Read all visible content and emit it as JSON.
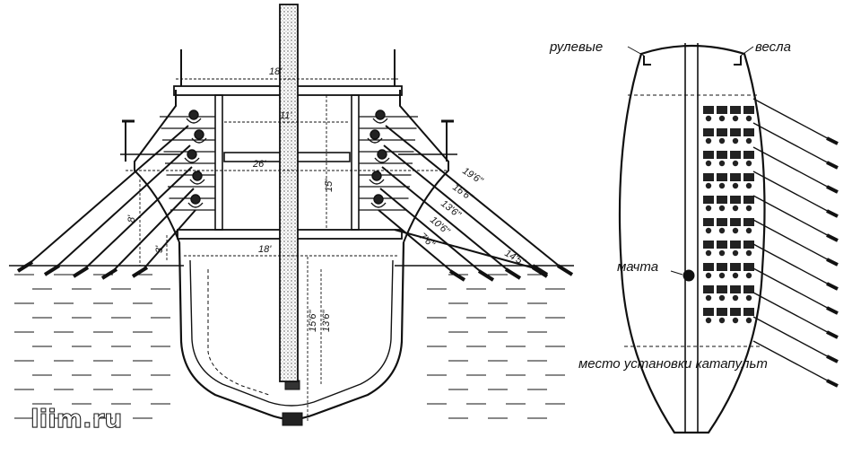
{
  "section": {
    "dims": {
      "deck_width_top": "18'",
      "upper_width": "11'",
      "mid_width": "26'",
      "lower_width": "18'",
      "tall_height": "15'",
      "side_height": "8'",
      "small_angle": "3'",
      "hold_a": "15'6\"",
      "hold_b": "13'6\""
    },
    "oar_lengths": [
      "19'6\"",
      "16'6\"",
      "13'6\"",
      "10'6\"",
      "7'6\"",
      "14'5\""
    ]
  },
  "plan": {
    "label_rudder_left": "рулевые",
    "label_rudder_right": "весла",
    "label_mast": "мачта",
    "label_catapult": "место установки катапульт"
  },
  "watermark": "liim.ru"
}
